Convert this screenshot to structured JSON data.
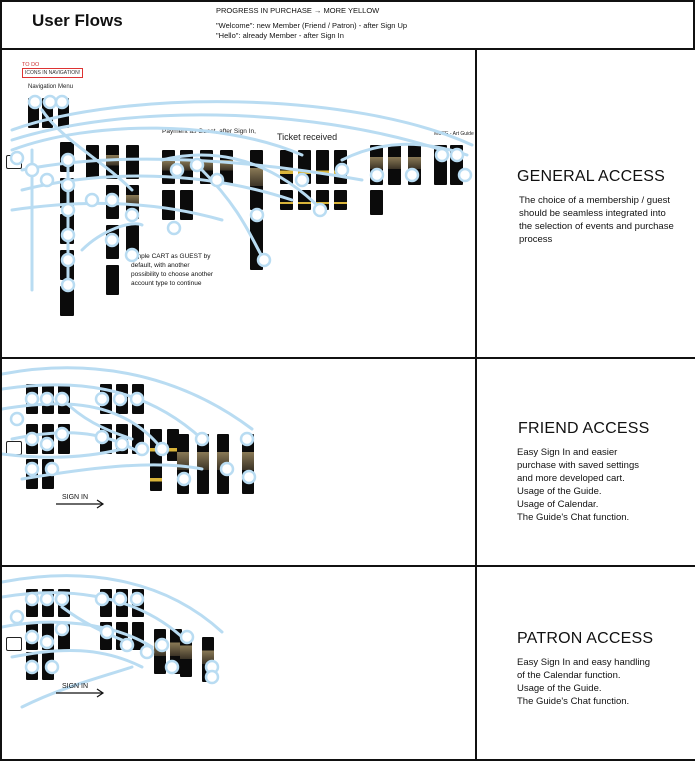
{
  "header": {
    "title": "User Flows",
    "note_progress": "PROGRESS IN PURCHASE → MORE YELLOW",
    "note_welcome": "\"Welcome\":  new Member (Friend / Patron) - after Sign Up",
    "note_hello": "\"Hello\":  already Member - after Sign In"
  },
  "general": {
    "todo": "TO DO",
    "todo_box": "ICONS IN NAVIGATION!",
    "labels": {
      "nav_menu": "Navigation Menu",
      "payment": "Payment as Guest, after Sign In,",
      "ticket": "Ticket received",
      "art_guide": "MUSE - Art Guide"
    },
    "cart_note": "simple CART as GUEST by default, with another possibility to choose another account type to continue",
    "heading": "GENERAL ACCESS",
    "description": "The choice of a membership / guest should be seamless integrated into the selection of events and purchase process"
  },
  "friend": {
    "signin": "SIGN IN",
    "heading": "FRIEND ACCESS",
    "description_lines": [
      "Easy Sign In and easier",
      "purchase with saved settings",
      "and more developed cart.",
      "Usage of the Guide.",
      "Usage of Calendar.",
      "The Guide's Chat function."
    ]
  },
  "patron": {
    "signin": "SIGN IN",
    "heading": "PATRON ACCESS",
    "description_lines": [
      "Easy Sign In and easy handling",
      "of the Calendar function.",
      "Usage of the Guide.",
      "The Guide's Chat function."
    ]
  },
  "colors": {
    "connector": "#b9dcf2",
    "screen": "#0b0b0b",
    "progress_yellow": "#d9b43a",
    "border": "#111111",
    "todo_red": "#cc3333"
  }
}
